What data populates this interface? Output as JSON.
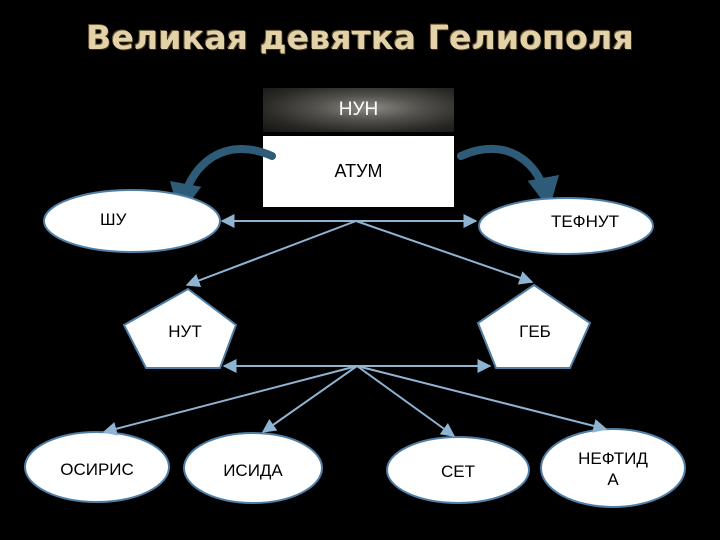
{
  "title": "Великая девятка Гелиополя",
  "nodes": {
    "nun": "НУН",
    "atum": "АТУМ",
    "shu": "ШУ",
    "tefnut": "ТЕФНУТ",
    "nut": "НУТ",
    "geb": "ГЕБ",
    "osiris": "ОСИРИС",
    "isida": "ИСИДА",
    "set": "СЕТ",
    "neftida_line1": "НЕФТИД",
    "neftida_line2": "А"
  },
  "colors": {
    "background": "#000000",
    "title": "#e3d2a8",
    "node_fill": "#ffffff",
    "node_stroke": "#4f7ea6",
    "connector": "#8fb3d3",
    "curved_arrow": "#2e5c78"
  }
}
